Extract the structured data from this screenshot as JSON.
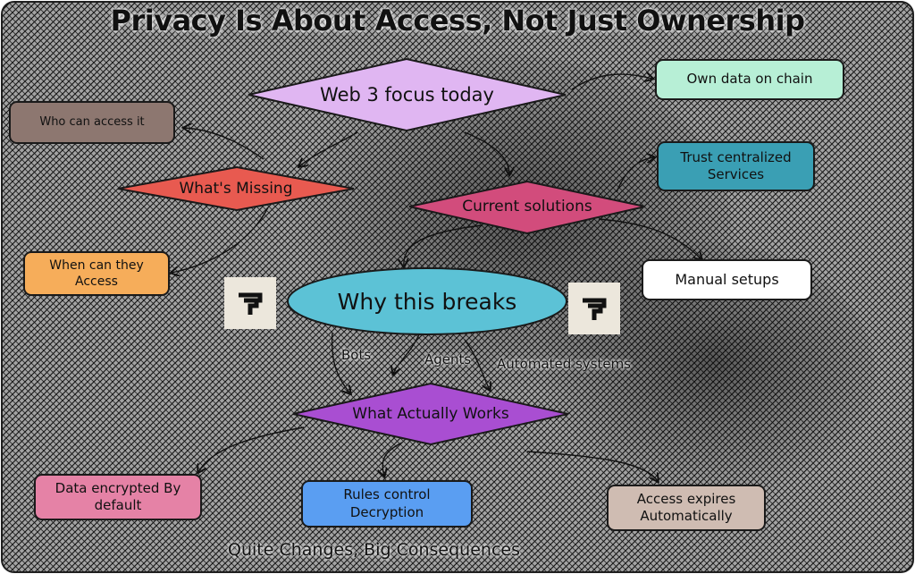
{
  "title": "Privacy Is About Access, Not Just Ownership",
  "footer": "Quite Changes, Big Consequences",
  "colors": {
    "background": "#9a9a9a",
    "hatch": "#111111",
    "web3_focus": "#e0b6f2",
    "whats_missing": "#e85a50",
    "current_solutions": "#d24c7c",
    "why_breaks": "#5cc2d6",
    "what_works": "#a94ed2",
    "own_data": "#b7efd6",
    "who_access": "#8d7770",
    "trust_centralized": "#3a9fb4",
    "when_access": "#f6ad5a",
    "manual_setups": "#ffffff",
    "data_encrypted": "#e582a6",
    "rules_control": "#5a9ef2",
    "access_expires": "#cfbcb2"
  },
  "diamonds": {
    "web3_focus": "Web 3 focus today",
    "whats_missing": "What's Missing",
    "current_solutions": "Current solutions",
    "what_works": "What Actually Works"
  },
  "ellipse": {
    "why_breaks": "Why this breaks"
  },
  "boxes": {
    "own_data": "Own data on chain",
    "who_access": "Who can access it",
    "trust_centralized": "Trust centralized Services",
    "when_access": "When can they Access",
    "manual_setups": "Manual setups",
    "data_encrypted": "Data encrypted By default",
    "rules_control": "Rules control Decryption",
    "access_expires": "Access expires Automatically"
  },
  "edge_labels": {
    "bots": "Bots",
    "agents": "Agents",
    "automated_systems": "Automated systems"
  },
  "icons": {
    "left": "brand-logo-icon",
    "right": "brand-logo-icon"
  }
}
